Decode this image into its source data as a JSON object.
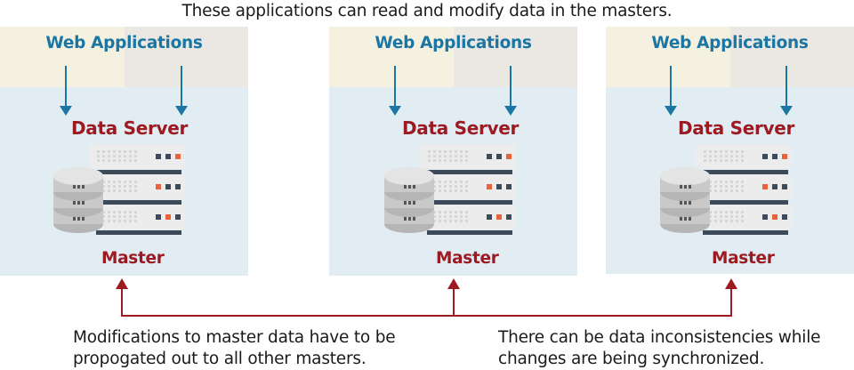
{
  "header": {
    "caption": "These applications can read and modify data in the masters."
  },
  "panels": [
    {
      "web_apps_label": "Web Applications",
      "server_label": "Data Server",
      "master_label": "Master"
    },
    {
      "web_apps_label": "Web Applications",
      "server_label": "Data Server",
      "master_label": "Master"
    },
    {
      "web_apps_label": "Web Applications",
      "server_label": "Data Server",
      "master_label": "Master"
    }
  ],
  "footer": {
    "left_note": [
      "Modifications to master data have to be",
      "propogated out to all other masters."
    ],
    "right_note": [
      "There can be data inconsistencies while",
      "changes are being synchronized."
    ]
  },
  "colors": {
    "web_apps": "#1b76a3",
    "labels": "#9c1b22",
    "sync_line": "#9c1b22",
    "panel_bg": "#e2ecf3",
    "band_left": "#f5f1e0",
    "band_right": "#ebe7e2",
    "led_dark": "#3d4a5a",
    "led_orange": "#e8623b"
  }
}
